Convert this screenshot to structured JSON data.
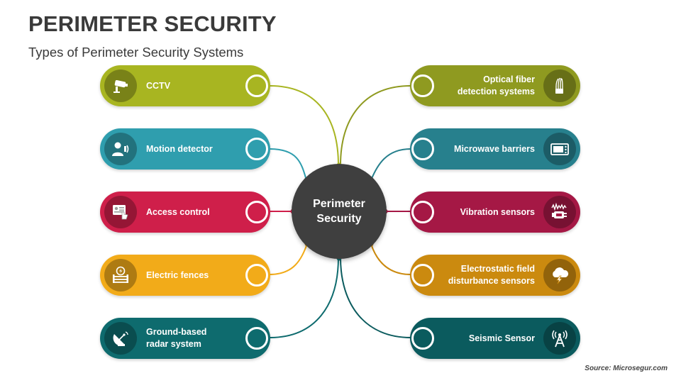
{
  "header": {
    "title": "PERIMETER SECURITY",
    "subtitle": "Types of Perimeter Security Systems"
  },
  "center": {
    "label": "Perimeter Security",
    "color": "#3f3f3f"
  },
  "left_items": [
    {
      "label": "CCTV",
      "icon": "cctv-camera-icon",
      "color": "#a8b521",
      "ring_color": "#a8b521"
    },
    {
      "label": "Motion detector",
      "icon": "motion-detector-icon",
      "color": "#2f9eae",
      "ring_color": "#2f9eae"
    },
    {
      "label": "Access control",
      "icon": "access-control-icon",
      "color": "#cf1f4a",
      "ring_color": "#cf1f4a"
    },
    {
      "label": "Electric fences",
      "icon": "electric-fence-icon",
      "color": "#f2ab19",
      "ring_color": "#f2ab19"
    },
    {
      "label": "Ground-based radar system",
      "icon": "radar-dish-icon",
      "color": "#0e6b6e",
      "ring_color": "#0e6b6e"
    }
  ],
  "right_items": [
    {
      "label": "Optical fiber detection systems",
      "icon": "optical-fiber-icon",
      "color": "#8f9a20",
      "ring_color": "#8f9a20"
    },
    {
      "label": "Microwave barriers",
      "icon": "microwave-icon",
      "color": "#27808d",
      "ring_color": "#27808d"
    },
    {
      "label": "Vibration sensors",
      "icon": "vibration-sensor-icon",
      "color": "#a51845",
      "ring_color": "#a51845"
    },
    {
      "label": "Electrostatic field disturbance sensors",
      "icon": "storm-cloud-icon",
      "color": "#cb8a0f",
      "ring_color": "#cb8a0f"
    },
    {
      "label": "Seismic Sensor",
      "icon": "seismic-tower-icon",
      "color": "#0b5b5e",
      "ring_color": "#0b5b5e"
    }
  ],
  "footer": {
    "source": "Source: Microsegur.com"
  }
}
